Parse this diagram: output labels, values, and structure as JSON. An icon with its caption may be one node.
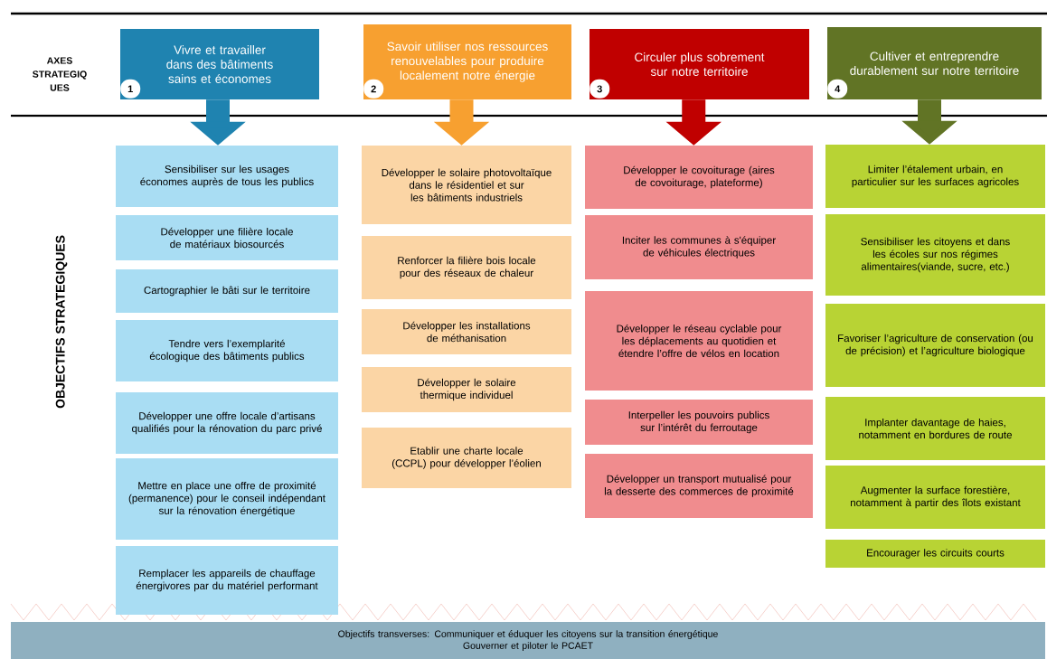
{
  "diagram": {
    "nodes": [
      {
        "text": [
          "Vivre et travailler dans des bâtiments sains et économes",
          "1"
        ]
      },
      {
        "text": [
          "Savoir utiliser nos ressources renouvelables pour produire localement notre énergie",
          "2"
        ]
      },
      {
        "text": [
          "Circuler plus sobrement sur notre territoire",
          "3"
        ]
      },
      {
        "text": [
          "Cultiver et entreprendre durablement sur notre territoire",
          "4"
        ]
      },
      {
        "text": [
          "Sensibiliser sur les usages économes auprès de tous les publics"
        ]
      },
      {
        "text": [
          "Développer une filière locale de matériaux biosourcés"
        ]
      },
      {
        "text": [
          "Cartographier le bâti sur le territoire"
        ]
      },
      {
        "text": [
          "Tendre vers l’exemplarité écologique des bâtiments publics"
        ]
      },
      {
        "text": [
          "Développer une offre locale d’artisans qualifiés pour la rénovation du parc privé"
        ]
      },
      {
        "text": [
          "Mettre en place une offre de proximité (permanence) pour le conseil indépendant sur la rénovation énergétique"
        ]
      },
      {
        "text": [
          "Remplacer les appareils de chauffage énergivores par du matériel performant"
        ]
      },
      {
        "text": [
          "Développer le solaire photovoltaïque dans le résidentiel et sur les bâtiments industriels"
        ]
      },
      {
        "text": [
          "Renforcer la filière bois locale pour des  réseaux de chaleur"
        ]
      },
      {
        "text": [
          "Développer les installations de méthanisation"
        ]
      },
      {
        "text": [
          "Développer le solaire thermique individuel"
        ]
      },
      {
        "text": [
          "Etablir une charte locale (CCPL) pour développer l’éolien"
        ]
      },
      {
        "text": [
          "Développer le covoiturage (aires de covoiturage, plateforme)"
        ]
      },
      {
        "text": [
          "Inciter les communes à s'équiper de véhicules électriques"
        ]
      },
      {
        "text": [
          "Développer le réseau cyclable pour les déplacements au quotidien et étendre l’offre de vélos en location"
        ]
      },
      {
        "text": [
          "Interpeller les pouvoirs publics sur l’intérêt du ferroutage"
        ]
      },
      {
        "text": [
          "Développer un transport mutualisé pour la desserte des commerces de proximité"
        ]
      },
      {
        "text": [
          "Limiter l’étalement urbain, en particulier sur les surfaces agricoles"
        ]
      },
      {
        "text": [
          "Sensibiliser les citoyens et dans les écoles sur nos régimes alimentaires(viande, sucre, etc.)"
        ]
      },
      {
        "text": [
          "Favoriser l’agriculture de conservation (ou de précision) et l’agriculture biologique"
        ]
      },
      {
        "text": [
          "Implanter davantage de haies, notamment en bordures de route"
        ]
      },
      {
        "text": [
          "Augmenter la surface forestière, notamment à partir des îlots existant"
        ]
      },
      {
        "text": [
          "Encourager les circuits courts"
        ]
      },
      {
        "text": [
          "Objectifs transverses: Communiquer et éduquer les citoyens sur la transition énergétique",
          "Gouverner et piloter le PCAET"
        ]
      }
    ],
    "edges": [
      {
        "from": 0,
        "to": 4,
        "arrow": "to",
        "color": "#1f83b0"
      },
      {
        "from": 1,
        "to": 11,
        "arrow": "to",
        "color": "#f7a030"
      },
      {
        "from": 2,
        "to": 16,
        "arrow": "to",
        "color": "#c00000"
      },
      {
        "from": 3,
        "to": 21,
        "arrow": "to",
        "color": "#617425"
      }
    ],
    "labels": [
      "AXES STRATEGIQ UES",
      "OBJECTIFS STRATEGIQUES"
    ]
  }
}
